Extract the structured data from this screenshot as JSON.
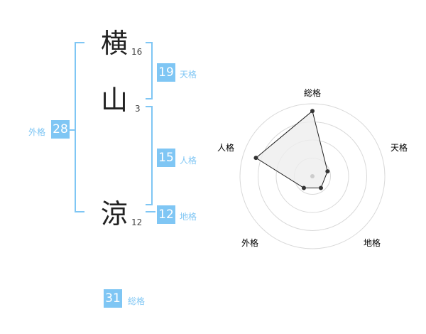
{
  "name": {
    "characters": [
      {
        "char": "横",
        "strokes": "16"
      },
      {
        "char": "山",
        "strokes": "3"
      },
      {
        "char": "涼",
        "strokes": "12"
      }
    ]
  },
  "fortunes": {
    "tenkaku": {
      "value": "19",
      "label": "天格"
    },
    "jinkaku": {
      "value": "15",
      "label": "人格"
    },
    "chikaku": {
      "value": "12",
      "label": "地格"
    },
    "gaikaku": {
      "value": "28",
      "label": "外格"
    },
    "soukaku": {
      "value": "31",
      "label": "総格"
    }
  },
  "colors": {
    "accent": "#7fc6f4",
    "polygon_fill": "#eeeeee",
    "polygon_stroke": "#222222"
  },
  "chart_data": {
    "type": "radar",
    "axes": [
      "総格",
      "天格",
      "地格",
      "外格",
      "人格"
    ],
    "values": [
      0.9,
      0.22,
      0.2,
      0.2,
      0.82
    ],
    "range": [
      0,
      1
    ],
    "rings": 4
  }
}
